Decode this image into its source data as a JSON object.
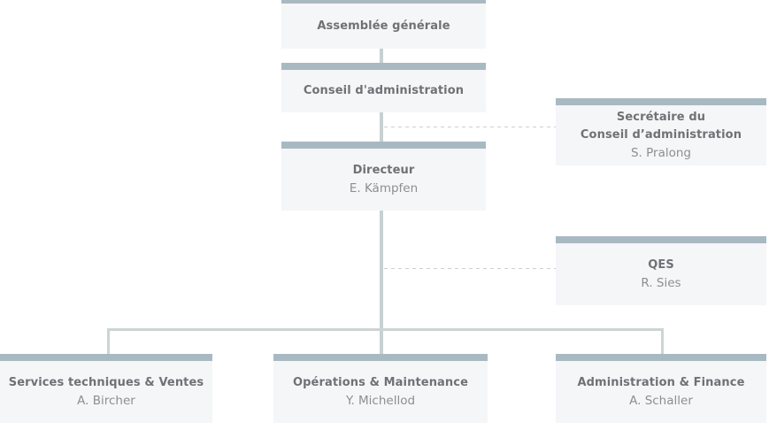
{
  "org_chart": {
    "assemblee": {
      "title": "Assemblée générale"
    },
    "conseil": {
      "title": "Conseil d'administration"
    },
    "secretaire": {
      "title_line1": "Secrétaire du",
      "title_line2": "Conseil d’administration",
      "name": "S. Pralong"
    },
    "directeur": {
      "title": "Directeur",
      "name": "E. Kämpfen"
    },
    "qes": {
      "title": "QES",
      "name": "R. Sies"
    },
    "services": {
      "title": "Services techniques & Ventes",
      "name": "A. Bircher"
    },
    "operations": {
      "title": "Opérations & Maintenance",
      "name": "Y. Michellod"
    },
    "administration": {
      "title": "Administration & Finance",
      "name": "A. Schaller"
    }
  },
  "colors": {
    "box_header_bar": "#a9b9c2",
    "box_body": "#f5f6f8",
    "solid_connector": "#c8d0d1",
    "dashed_connector": "#cfcfcf",
    "title_text": "#6e7276",
    "name_text": "#8b8f93",
    "background": "#ffffff"
  }
}
